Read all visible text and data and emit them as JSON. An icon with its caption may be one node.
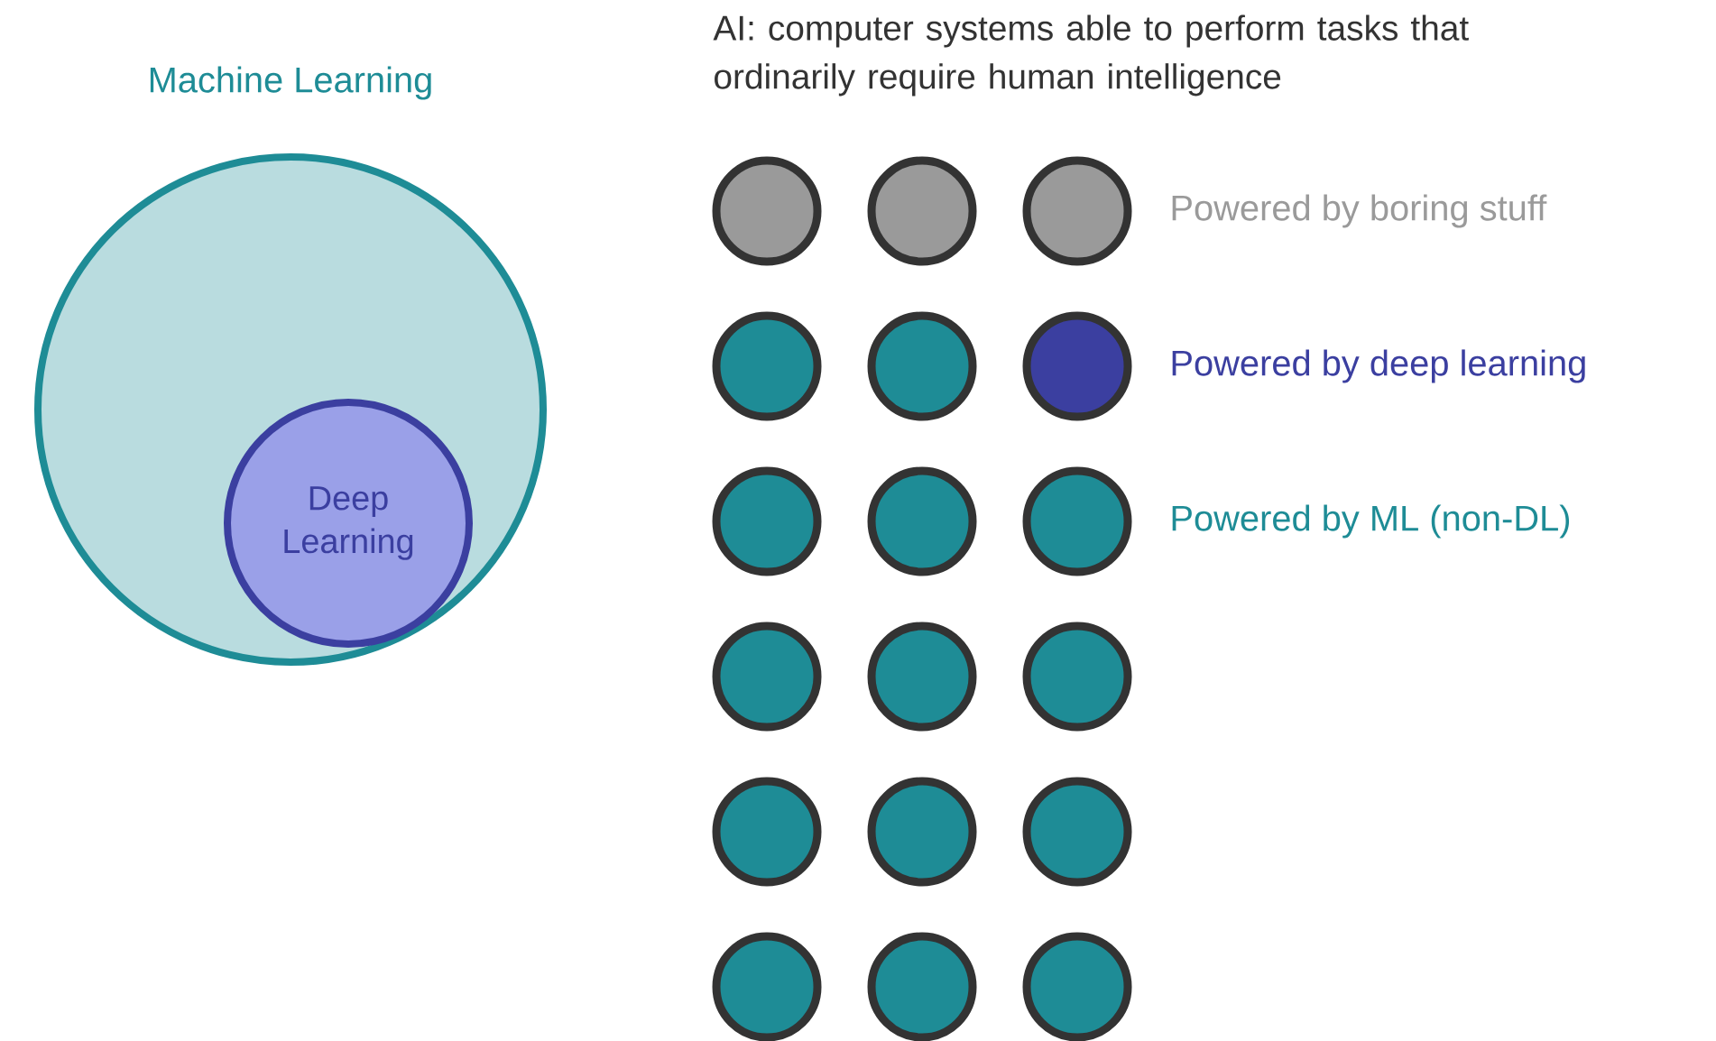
{
  "diagram": {
    "title": "AI: computer systems able to perform tasks that ordinarily require human intelligence",
    "nodes": [
      {
        "text": [
          "Machine Learning"
        ]
      },
      {
        "text": [
          "Deep Learning"
        ],
        "in": 0
      },
      {
        "text": [],
        "shape": "circle"
      },
      {
        "text": [],
        "shape": "circle"
      },
      {
        "text": [],
        "shape": "circle"
      },
      {
        "text": [],
        "shape": "circle"
      },
      {
        "text": [],
        "shape": "circle"
      },
      {
        "text": [],
        "shape": "circle"
      },
      {
        "text": [],
        "shape": "circle"
      },
      {
        "text": [],
        "shape": "circle"
      },
      {
        "text": [],
        "shape": "circle"
      },
      {
        "text": [],
        "shape": "circle"
      },
      {
        "text": [],
        "shape": "circle"
      },
      {
        "text": [],
        "shape": "circle"
      },
      {
        "text": [],
        "shape": "circle"
      },
      {
        "text": [],
        "shape": "circle"
      },
      {
        "text": [],
        "shape": "circle"
      },
      {
        "text": [],
        "shape": "circle"
      },
      {
        "text": [],
        "shape": "circle"
      },
      {
        "text": [],
        "shape": "circle"
      }
    ],
    "legend": [
      {
        "text": "Powered by boring stuff",
        "color": "#9a9a9a"
      },
      {
        "text": "Powered by deep learning",
        "color": "#3b3fa0"
      },
      {
        "text": "Powered by ML (non-DL)",
        "color": "#1e8c96"
      }
    ]
  }
}
